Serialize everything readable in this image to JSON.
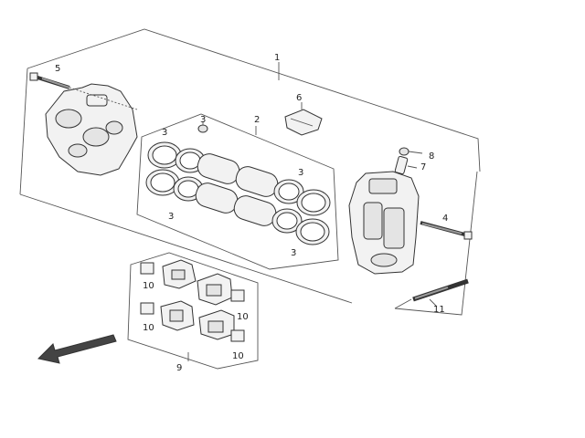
{
  "labels": {
    "l1": "1",
    "l2": "2",
    "l3a": "3",
    "l3b": "3",
    "l3c": "3",
    "l3d": "3",
    "l3e": "3",
    "l4": "4",
    "l5": "5",
    "l6": "6",
    "l7": "7",
    "l8": "8",
    "l9": "9",
    "l10a": "10",
    "l10b": "10",
    "l10c": "10",
    "l10d": "10",
    "l11": "11"
  },
  "colors": {
    "line": "#555555",
    "part_fill": "#f2f2f2",
    "arrow": "#444444"
  },
  "icons": {
    "direction": "front-direction-arrow-icon"
  }
}
